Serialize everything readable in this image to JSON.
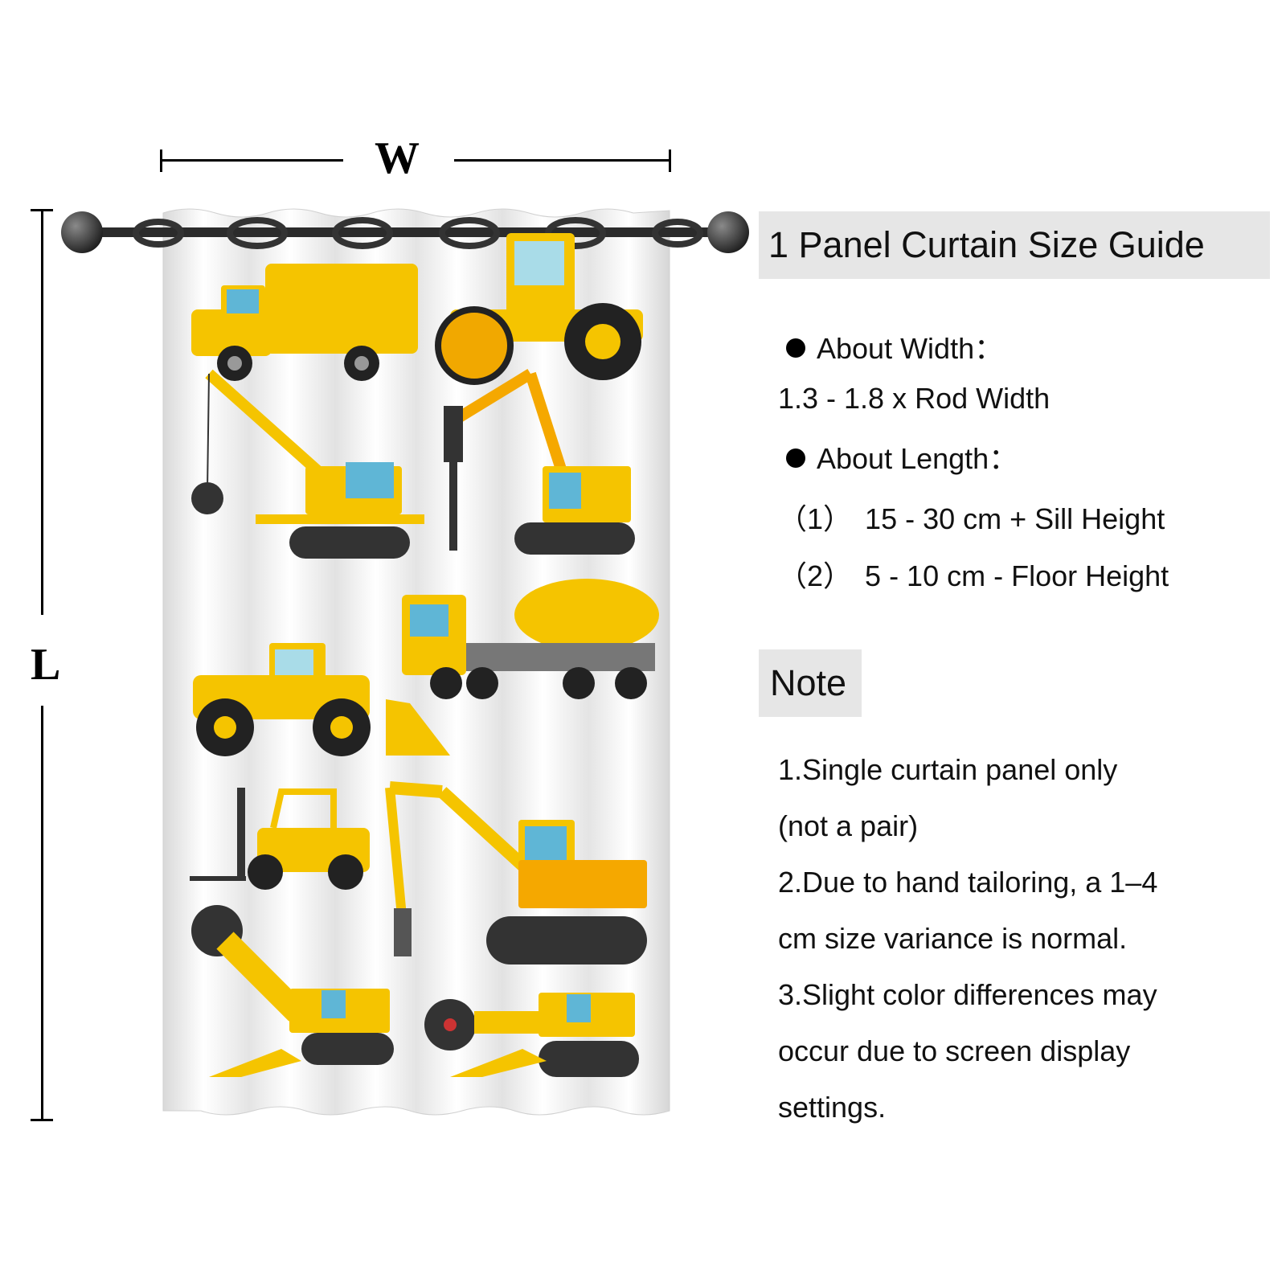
{
  "dimensions": {
    "width_label": "W",
    "length_label": "L"
  },
  "guide": {
    "title": "1 Panel Curtain Size Guide",
    "width_heading": "About Width：",
    "width_value": "1.3 - 1.8 x Rod Width",
    "length_heading": "About Length：",
    "length_items": [
      {
        "marker": "（1）",
        "text": "15 - 30 cm + Sill Height"
      },
      {
        "marker": "（2）",
        "text": "5 - 10 cm - Floor Height"
      }
    ]
  },
  "note": {
    "title": "Note",
    "lines": [
      "1.Single curtain panel only",
      "(not a pair)",
      "2.Due to hand tailoring, a 1–4",
      "cm size variance is normal.",
      "3.Slight color differences may",
      "occur due to screen display",
      "settings."
    ]
  },
  "colors": {
    "vehicle_yellow": "#f5c400",
    "panel_bg": "#e6e6e6",
    "rod": "#2b2b2b"
  },
  "illustration": {
    "subject": "grommet curtain panel on a rod",
    "icons": [
      "garbage-truck-icon",
      "road-roller-icon",
      "crane-icon",
      "drill-excavator-icon",
      "cement-mixer-icon",
      "wheel-loader-icon",
      "forklift-icon",
      "excavator-icon",
      "trencher-left-icon",
      "trencher-right-icon"
    ]
  }
}
